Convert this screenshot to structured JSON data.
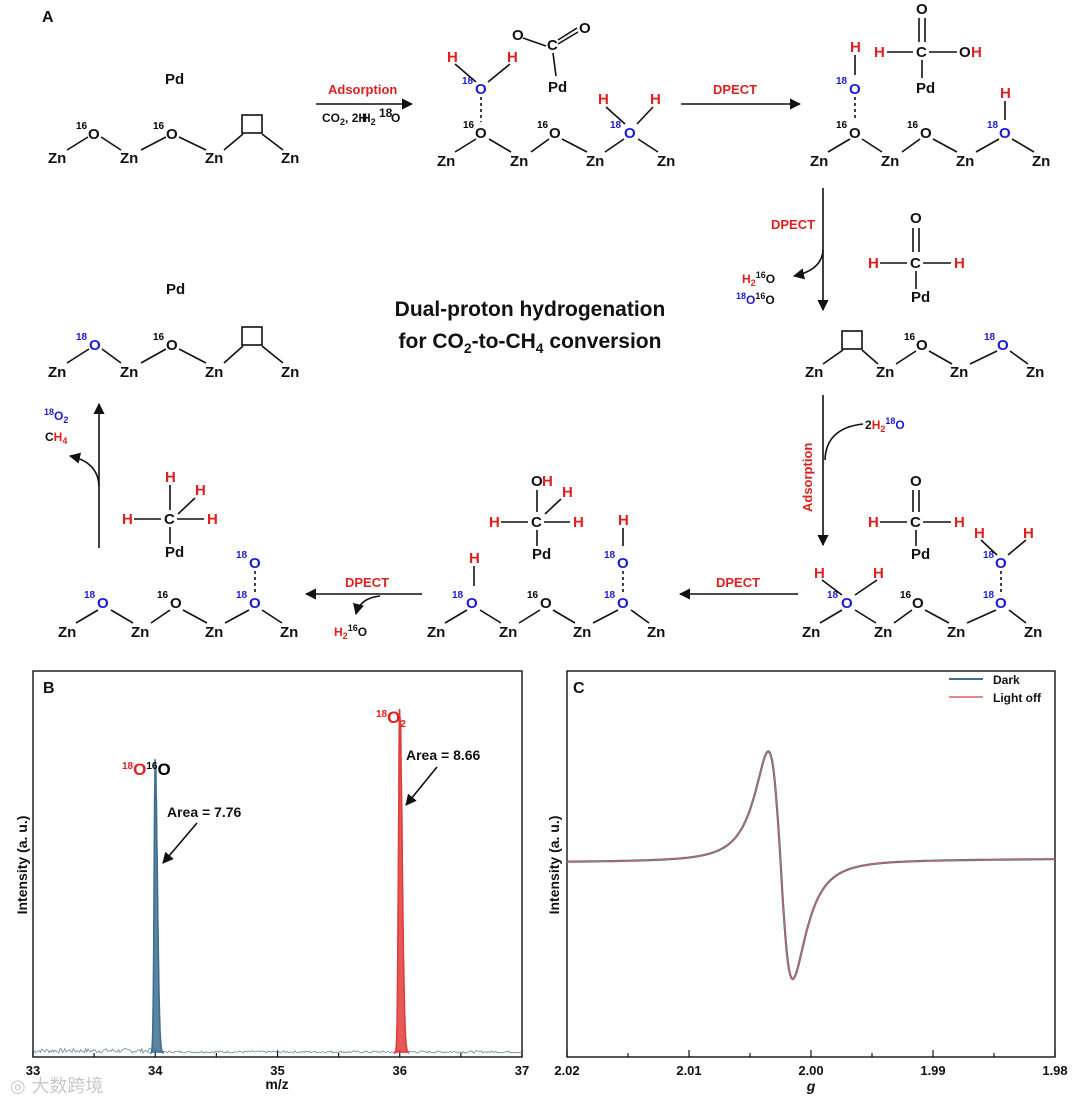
{
  "panels": {
    "a": "A",
    "b": "B",
    "c": "C"
  },
  "scheme": {
    "title_line1": "Dual-proton hydrogenation",
    "title_line2_a": "for CO",
    "title_line2_sub": "2",
    "title_line2_b": "-to-CH",
    "title_line2_sub2": "4",
    "title_line2_c": " conversion",
    "step_adsorption": "Adsorption",
    "step_dpect": "DPECT",
    "reagent_co2": "CO",
    "reagent_co2_sub": "2",
    "reagent_h2o": "2H",
    "reagent_h2o_sub": "2",
    "iso18": "18",
    "iso16": "16",
    "O": "O",
    "Zn": "Zn",
    "Pd": "Pd",
    "H": "H",
    "C": "C",
    "OH": "OH",
    "byproduct_o2": "O",
    "byproduct_ch4": "CH",
    "byproduct_ch4_sub": "4"
  },
  "chart_data": [
    {
      "type": "line",
      "panel": "B",
      "xlabel": "m/z",
      "ylabel": "Intensity (a. u.)",
      "xlim": [
        33,
        37
      ],
      "xticks": [
        33,
        34,
        35,
        36,
        37
      ],
      "series": [
        {
          "name": "18O16O",
          "color": "#3d6f8f",
          "peak_x": 34.0,
          "relative_height": 0.76
        },
        {
          "name": "18O2",
          "color": "#e03c3c",
          "peak_x": 36.0,
          "relative_height": 0.91
        }
      ],
      "annotations": [
        {
          "text": "Area = 7.76",
          "target_x": 34.0
        },
        {
          "text": "Area = 8.66",
          "target_x": 36.0
        }
      ],
      "peak_labels": [
        {
          "iso_a": "18",
          "atom_a": "O",
          "iso_b": "16",
          "atom_b": "O"
        },
        {
          "iso_a": "18",
          "atom_a": "O",
          "sub": "2"
        }
      ]
    },
    {
      "type": "line",
      "panel": "C",
      "xlabel": "g",
      "ylabel": "Intensity (a. u.)",
      "xlim": [
        2.02,
        1.98
      ],
      "xticks": [
        2.02,
        2.01,
        2.0,
        1.99,
        1.98
      ],
      "xtick_labels": [
        "2.02",
        "2.01",
        "2.00",
        "1.99",
        "1.98"
      ],
      "series": [
        {
          "name": "Dark",
          "color": "#3d6f8f"
        },
        {
          "name": "Light off",
          "color": "#e06060"
        }
      ],
      "signal": {
        "center_g": 2.0025,
        "max_g": 2.0037,
        "min_g": 2.0017,
        "max_relative": 0.73,
        "min_relative": -0.79
      },
      "legend_position": "top-right"
    }
  ],
  "watermark": "大数跨境"
}
